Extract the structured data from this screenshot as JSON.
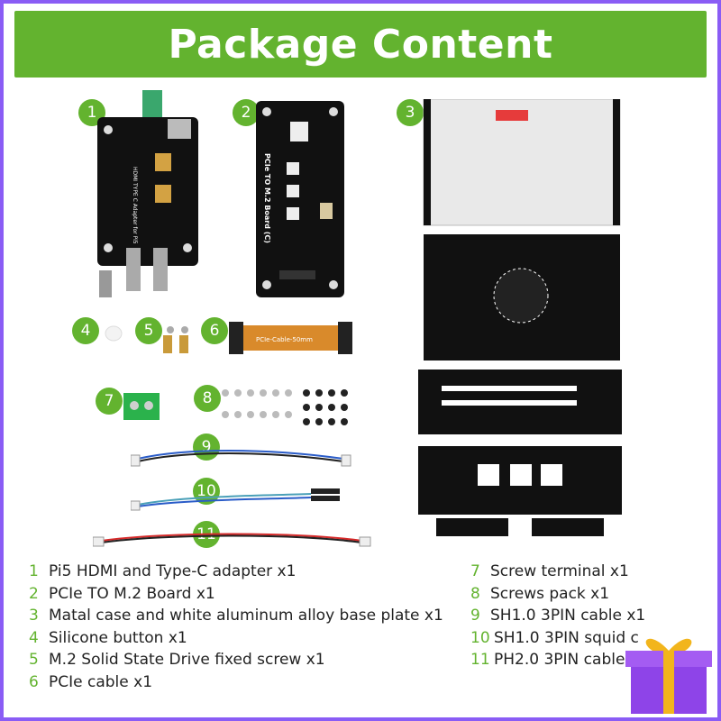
{
  "header": {
    "title": "Package Content"
  },
  "badges": [
    "1",
    "2",
    "3",
    "4",
    "5",
    "6",
    "7",
    "8",
    "9",
    "10",
    "11"
  ],
  "board2_label": "PCIe TO M.2 Board (C)",
  "cable6_label": "PCIe-Cable-50mm",
  "board1_label": "HDMI TYPE C Adapter for Pi5",
  "left_list": [
    {
      "num": "1",
      "text": "Pi5 HDMI and Type-C adapter x1"
    },
    {
      "num": "2",
      "text": "PCIe TO M.2 Board x1"
    },
    {
      "num": "3",
      "text": "Matal case and white aluminum alloy base plate x1"
    },
    {
      "num": "4",
      "text": "Silicone button x1"
    },
    {
      "num": "5",
      "text": "M.2 Solid State Drive fixed screw x1"
    },
    {
      "num": "6",
      "text": "PCIe cable x1"
    }
  ],
  "right_list": [
    {
      "num": "7",
      "text": "Screw terminal x1"
    },
    {
      "num": "8",
      "text": "Screws pack x1"
    },
    {
      "num": "9",
      "text": "SH1.0 3PIN cable x1"
    },
    {
      "num": "10",
      "text": "SH1.0 3PIN squid c"
    },
    {
      "num": "11",
      "text": "PH2.0 3PIN cable"
    }
  ],
  "colors": {
    "accent": "#63b32f",
    "frame": "#8a5cf5",
    "board": "#111111",
    "gift": "#8e44e8",
    "ribbon": "#f2b51c"
  }
}
